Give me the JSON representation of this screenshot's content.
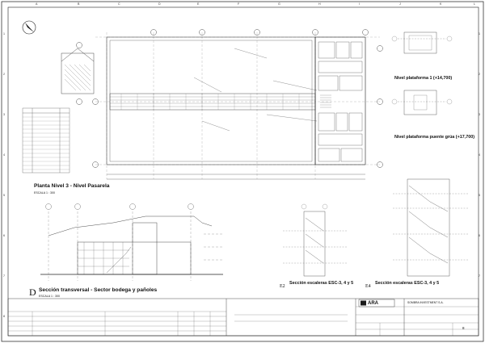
{
  "border": {
    "top_letters": [
      "A",
      "B",
      "C",
      "D",
      "E",
      "F",
      "G",
      "H",
      "I",
      "J",
      "K",
      "L"
    ],
    "side_numbers": [
      "1",
      "2",
      "3",
      "4",
      "5",
      "6",
      "7",
      "8"
    ]
  },
  "plan": {
    "title": "Planta Nivel 3 - Nivel Pasarela",
    "scale": "ESCALA  1 : 300"
  },
  "platform1": {
    "title": "Nivel plataforma 1 (+14,700)"
  },
  "platform_crane": {
    "title": "Nivel plataforma puente grúa (+17,700)"
  },
  "section_d": {
    "letter": "D",
    "title": "Sección transversal - Sector bodega y pañoles",
    "scale": "ESCALA  1 : 300"
  },
  "section_e2": {
    "letter": "E2",
    "title": "Sección escaleras ESC-3, 4 y 5"
  },
  "section_e4": {
    "letter": "E4",
    "title": "Sección escaleras ESC-3, 4 y 5"
  },
  "titleblock": {
    "company": "ARA",
    "client": "SOMBRA INVESTMENT S.A.",
    "sheet": "8"
  },
  "colors": {
    "line": "#1a1a1a",
    "grid": "#666666",
    "bg": "#ffffff"
  }
}
